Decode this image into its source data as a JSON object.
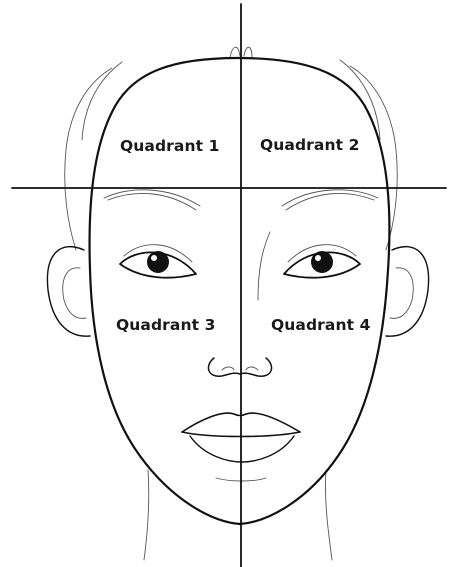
{
  "diagram": {
    "quadrants": [
      {
        "id": "q1",
        "label": "Quadrant 1"
      },
      {
        "id": "q2",
        "label": "Quadrant 2"
      },
      {
        "id": "q3",
        "label": "Quadrant 3"
      },
      {
        "id": "q4",
        "label": "Quadrant 4"
      }
    ],
    "colors": {
      "line": "#111111",
      "background": "#ffffff"
    }
  }
}
